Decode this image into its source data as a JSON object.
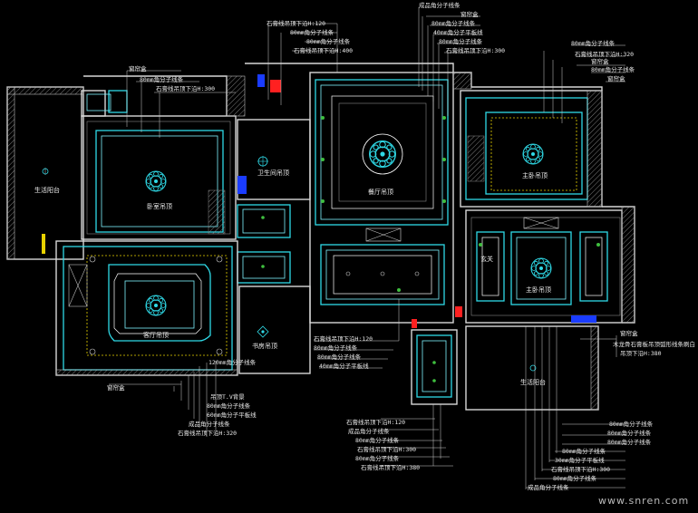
{
  "title_block": {
    "top_labels_center": [
      "石膏线吊顶下沿H:120",
      "80mm角分子线条",
      "80mm角分子线条",
      "石膏线吊顶下沿H:400"
    ],
    "top_labels_right_center": [
      "成品角分子线条",
      "窗帘盒",
      "80mm角分子线条",
      "40mm角分子平板线",
      "80mm角分子线条",
      "石膏线吊顶下沿H:300"
    ],
    "top_labels_right": [
      "80mm角分子线条",
      "石膏线吊顶下沿H:320",
      "窗帘盒",
      "80mm角分子线条",
      "窗帘盒"
    ],
    "top_labels_left": [
      "窗帘盒",
      "80mm角分子线条",
      "石膏线吊顶下沿H:300"
    ],
    "mid_labels_center": [
      "石膏线吊顶下沿H:120",
      "80mm角分子线条",
      "80mm角分子线条",
      "40mm角分子平板线"
    ],
    "right_side_labels": [
      "窗帘盒",
      "木龙骨石膏板吊顶弧形线条刷白",
      "吊顶下沿H:380"
    ],
    "bottom_left_labels": [
      "窗帘盒",
      "120mm角分子线条",
      "吊顶T.V背景",
      "80mm角分子线条",
      "60mm角分子平板线",
      "成品角分子线条",
      "石膏线吊顶下沿H:320"
    ],
    "bottom_center_labels": [
      "石膏线吊顶下沿H:120",
      "成品角分子线条",
      "80mm角分子线条",
      "石膏线吊顶下沿H:300",
      "80mm角分子线条",
      "石膏线吊顶下沿H:380"
    ],
    "bottom_right_labels": [
      "80mm角分子线条",
      "80mm角分子线条",
      "80mm角分子线条",
      "80mm角分子线条",
      "30mm角分子平板线",
      "石膏线吊顶下沿H:300",
      "80mm角分子线条",
      "成品角分子线条"
    ]
  },
  "rooms": {
    "balcony_left": "生活阳台",
    "bedroom_upper_left": "卧室吊顶",
    "bathroom_left": "卫生间吊顶",
    "living": "客厅吊顶",
    "study": "书房吊顶",
    "dining": "餐厅吊顶",
    "bedroom_right": "主卧吊顶",
    "entry_left": "玄关",
    "master_right": "主卧吊顶",
    "balcony_right": "生活阳台"
  },
  "watermark": "www.snren.com"
}
